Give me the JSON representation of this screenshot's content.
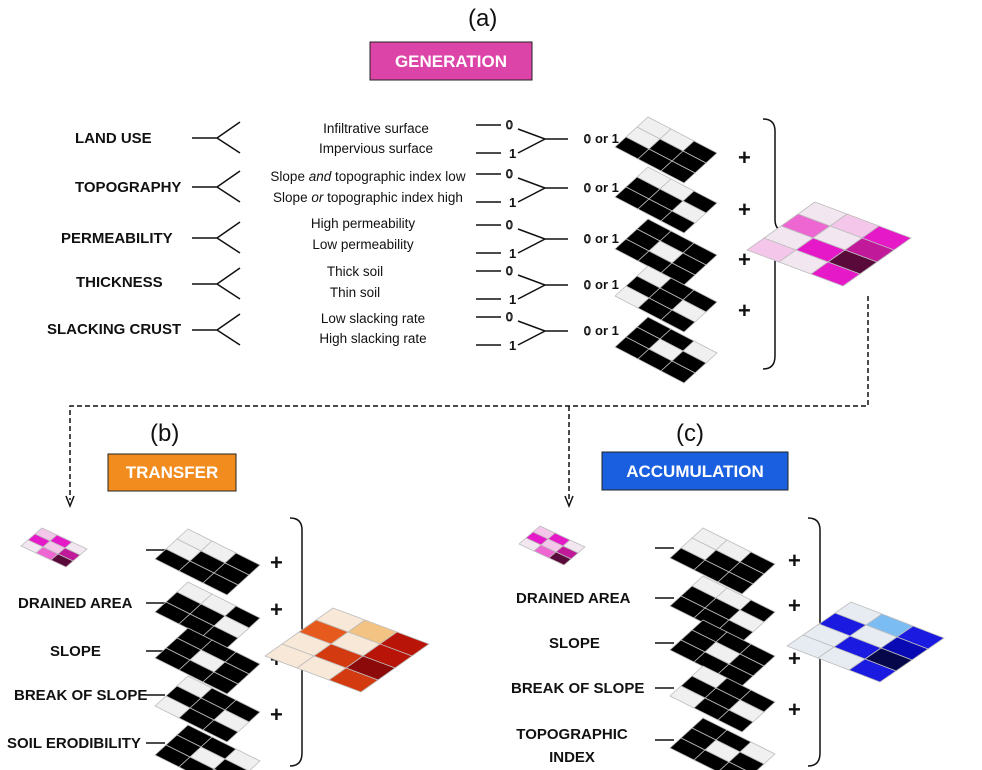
{
  "panels": {
    "a": {
      "letter": "(a)",
      "title": "GENERATION",
      "color": "#dd44a8"
    },
    "b": {
      "letter": "(b)",
      "title": "TRANSFER",
      "color": "#f28c1e"
    },
    "c": {
      "letter": "(c)",
      "title": "ACCUMULATION",
      "color": "#1a5fe0"
    }
  },
  "generation": {
    "rows": [
      {
        "label": "LAND USE",
        "opt0": "Infiltrative surface",
        "opt1": "Impervious surface"
      },
      {
        "label": "TOPOGRAPHY",
        "opt0_parts": [
          "Slope ",
          "and",
          " topographic index low"
        ],
        "opt1_parts": [
          "Slope ",
          "or",
          " topographic index high"
        ]
      },
      {
        "label": "PERMEABILITY",
        "opt0": "High permeability",
        "opt1": "Low permeability"
      },
      {
        "label": "THICKNESS",
        "opt0": "Thick soil",
        "opt1": "Thin soil"
      },
      {
        "label": "SLACKING CRUST",
        "opt0": "Low slacking rate",
        "opt1": "High slacking rate"
      }
    ],
    "zero": "0",
    "one": "1",
    "or_label": "or 1",
    "plus": "+"
  },
  "transfer": {
    "rows": [
      "DRAINED AREA",
      "SLOPE",
      "BREAK OF SLOPE",
      "SOIL ERODIBILITY"
    ]
  },
  "accumulation": {
    "rows": [
      "DRAINED AREA",
      "SLOPE",
      "BREAK OF SLOPE",
      "TOPOGRAPHIC",
      "INDEX"
    ]
  },
  "colors": {
    "binary_on": "#000000",
    "binary_off": "#f0f0f0",
    "magenta": [
      "#f2e6f0",
      "#f4c6ea",
      "#ee66d2",
      "#e619c8",
      "#c01a9a",
      "#5a0a3a"
    ],
    "orange": [
      "#f8e8d8",
      "#f2c383",
      "#e65a1e",
      "#d43a10",
      "#b81408",
      "#8c0a0a"
    ],
    "blue": [
      "#e6ecf2",
      "#7bbcf2",
      "#3a3adc",
      "#1a1ae0",
      "#0a0ab4",
      "#06064a"
    ]
  }
}
